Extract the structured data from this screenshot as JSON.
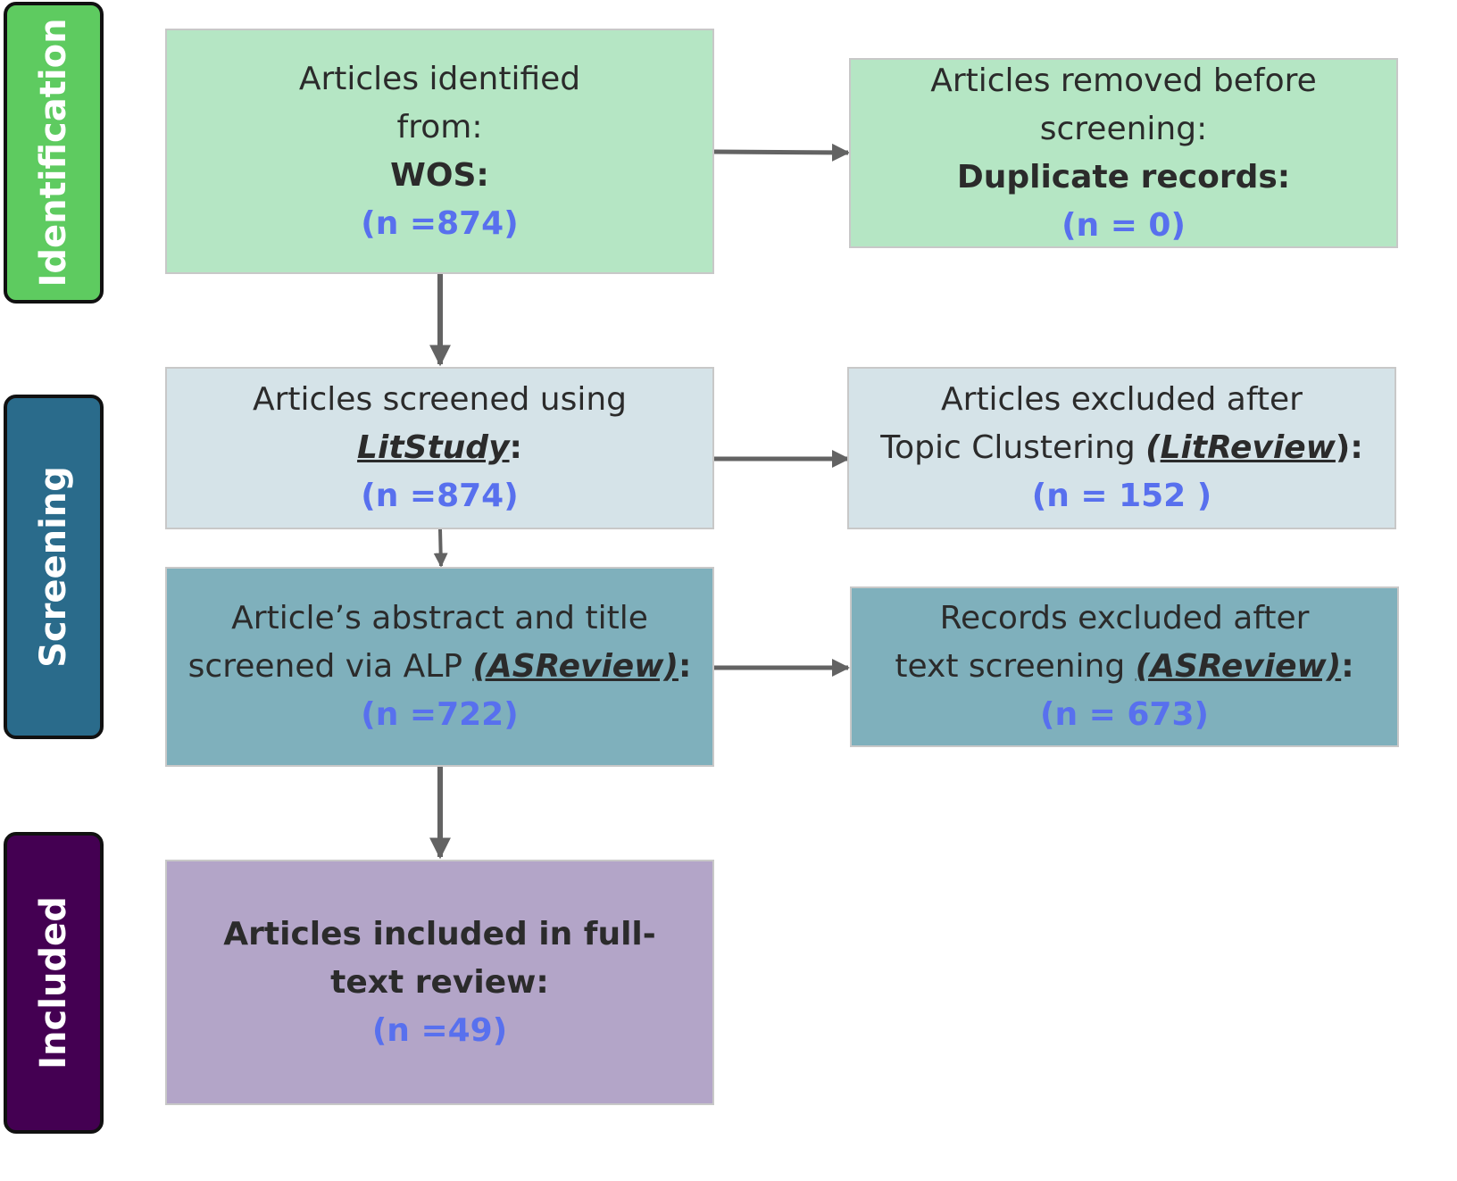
{
  "colors": {
    "identification": "#5ecb60",
    "screening": "#2a6b8b",
    "included": "#440052",
    "green_box": "#b5e6c4",
    "light_box": "#d5e3e8",
    "teal_box": "#7fb0bc",
    "purple_box": "#b3a5c8",
    "count_text": "#5870ee",
    "arrow": "#636363"
  },
  "stages": {
    "identification": "Identification",
    "screening": "Screening",
    "included": "Included"
  },
  "boxes": {
    "identified": {
      "line1": "Articles identified",
      "line2": "from:",
      "source": "WOS:",
      "count": "(n =874)"
    },
    "removed": {
      "line1": "Articles removed before",
      "line2": "screening:",
      "reason": "Duplicate records:",
      "count": "(n = 0)"
    },
    "screened": {
      "line1": "Articles screened using",
      "tool": "LitStudy",
      "suffix": ":",
      "count": "(n =874)"
    },
    "excluded_topic": {
      "line1": "Articles excluded after",
      "line2_text": "Topic Clustering ",
      "paren_open": "(",
      "tool": "LitReview",
      "paren_close": "):",
      "count": "(n = 152 )"
    },
    "abstract": {
      "line1": "Article’s abstract and title",
      "line2_text": "screened via ALP ",
      "tool": "(ASReview)",
      "suffix": ":",
      "count": "(n =722)"
    },
    "excluded_text": {
      "line1": "Records excluded after",
      "line2_text": "text screening ",
      "tool": "(ASReview)",
      "suffix": ":",
      "count": "(n = 673)"
    },
    "included": {
      "line1": "Articles included in full-",
      "line2": "text review:",
      "count": "(n =49)"
    }
  }
}
